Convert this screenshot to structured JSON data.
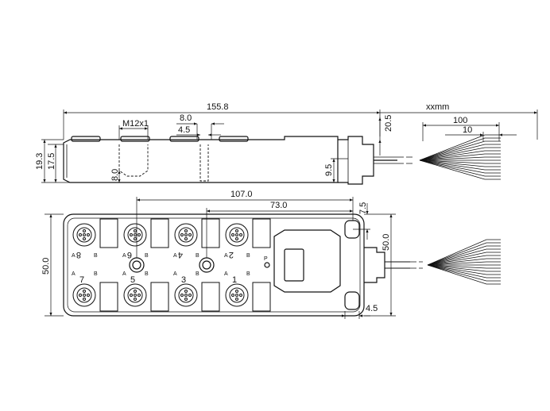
{
  "top_view": {
    "overall_length": "155.8",
    "cable_length": "xxmm",
    "thread": "M12x1",
    "pitch": "8.0",
    "hole_width": "4.5",
    "side_height": "20.5",
    "wire_strip": "100",
    "wire_tip": "10",
    "height_total": "19.3",
    "height_body": "17.5",
    "connector_height": "8.0",
    "end_height": "9.5"
  },
  "front_view": {
    "span_107": "107.0",
    "span_73": "73.0",
    "width_left": "50.0",
    "width_right": "50.0",
    "mount_offset": "7.5",
    "mount_hole": "4.5",
    "port_top": [
      "8",
      "6",
      "4",
      "2"
    ],
    "port_bottom": [
      "7",
      "5",
      "3",
      "1"
    ],
    "pin_a": "A",
    "pin_b": "B",
    "power_label": "P"
  }
}
